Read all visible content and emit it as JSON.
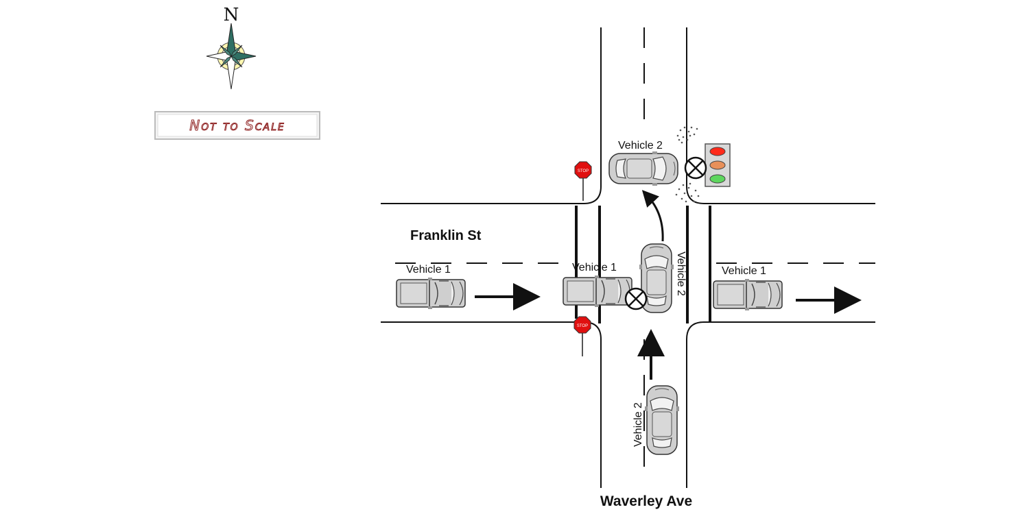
{
  "compass": {
    "north_letter": "N"
  },
  "scale_note": {
    "text": "Not to Scale"
  },
  "streets": {
    "east_west": "Franklin St",
    "north_south": "Waverley Ave"
  },
  "vehicles": {
    "v1_label": "Vehicle 1",
    "v2_label": "Vehicle 2"
  },
  "signs": {
    "stop_text": "STOP"
  },
  "colors": {
    "road_line": "#111111",
    "vehicle_body": "#cfcfcf",
    "stop_sign": "#e01010",
    "signal_red": "#ff2a1a",
    "signal_amber": "#e8905a",
    "signal_green": "#5ed65e",
    "signal_housing": "#d8d8d8"
  }
}
